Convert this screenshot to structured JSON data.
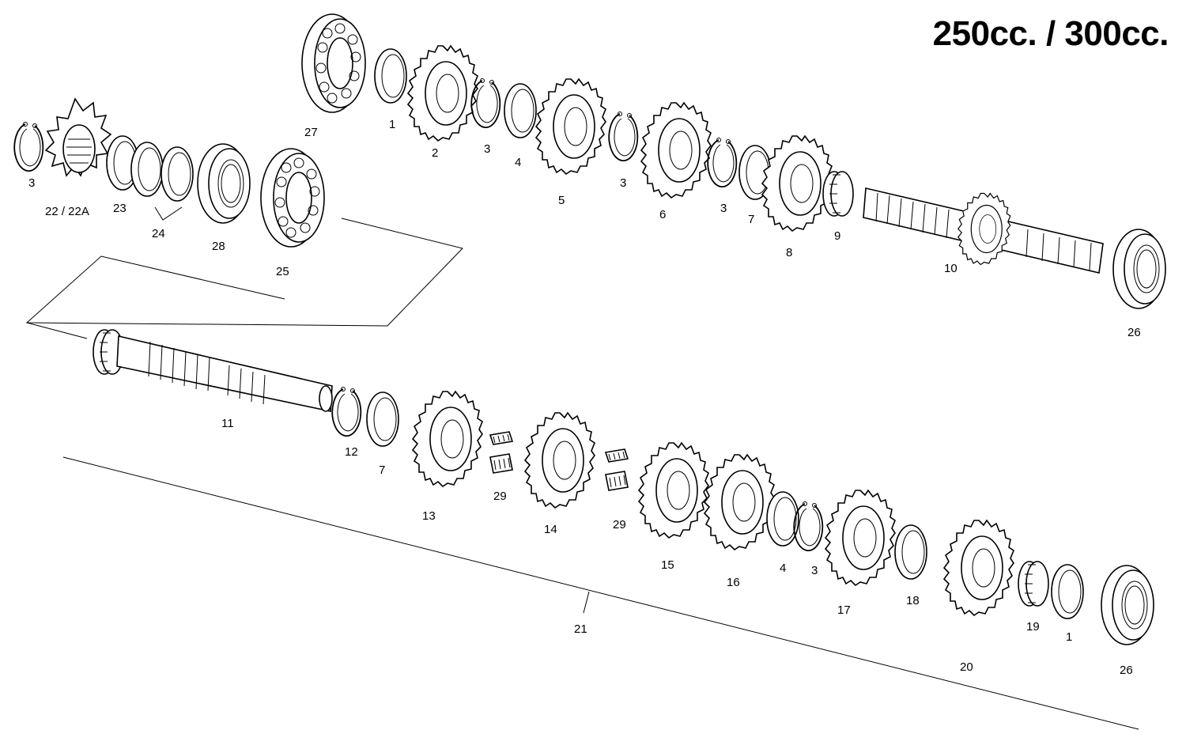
{
  "title": "250cc. / 300cc.",
  "labels": {
    "p1a": "1",
    "p2": "2",
    "p3a": "3",
    "p4a": "4",
    "p5": "5",
    "p3b": "3",
    "p6": "6",
    "p3c": "3",
    "p7a": "7",
    "p8": "8",
    "p9": "9",
    "p10": "10",
    "p26a": "26",
    "p27": "27",
    "p3d": "3",
    "p22": "22 / 22A",
    "p23": "23",
    "p24": "24",
    "p28": "28",
    "p25": "25",
    "p11": "11",
    "p12": "12",
    "p7b": "7",
    "p13": "13",
    "p29a": "29",
    "p14": "14",
    "p29b": "29",
    "p15": "15",
    "p16": "16",
    "p4b": "4",
    "p3e": "3",
    "p17": "17",
    "p18": "18",
    "p20": "20",
    "p19": "19",
    "p1b": "1",
    "p26b": "26",
    "p21": "21"
  }
}
